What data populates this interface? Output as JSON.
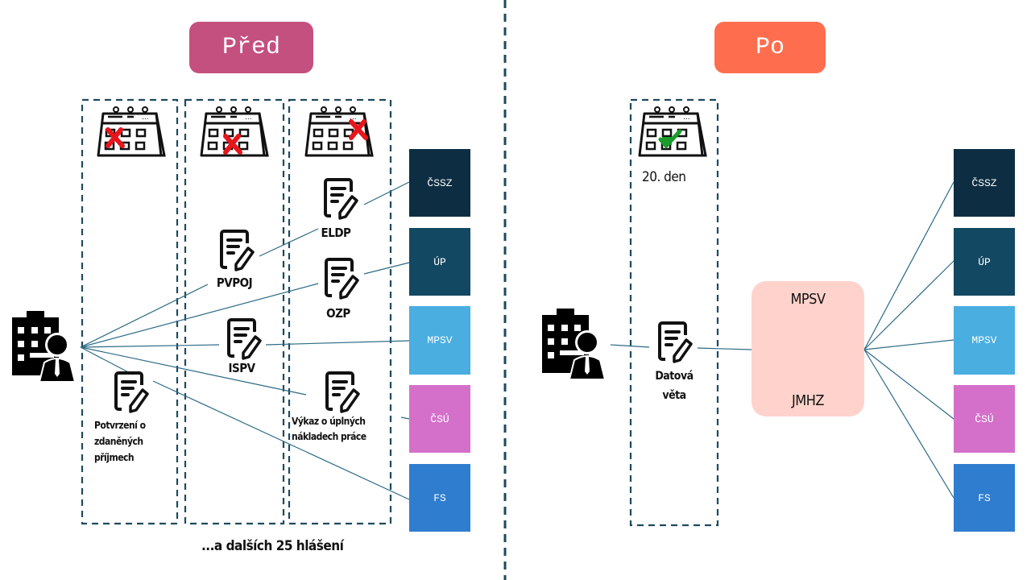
{
  "before": {
    "title": "Před",
    "agencies": [
      {
        "label": "ČSSZ",
        "color": "#0d2d42"
      },
      {
        "label": "ÚP",
        "color": "#134862"
      },
      {
        "label": "MPSV",
        "color": "#4aaee0"
      },
      {
        "label": "ČSÚ",
        "color": "#d470c9"
      },
      {
        "label": "FS",
        "color": "#2f7dcf"
      }
    ],
    "reports": [
      {
        "id": "eldp",
        "label": "ELDP"
      },
      {
        "id": "pvpoj",
        "label": "PVPOJ"
      },
      {
        "id": "ozp",
        "label": "OZP"
      },
      {
        "id": "ispv",
        "label": "ISPV"
      },
      {
        "id": "potvrzeni",
        "label": "Potvrzení o zdaněných příjmech"
      },
      {
        "id": "vykaz",
        "label": "Výkaz o úplných nákladech práce"
      }
    ],
    "calendars": [
      {
        "status": "missed",
        "mark": "red-x"
      },
      {
        "status": "missed",
        "mark": "red-x"
      },
      {
        "status": "missed",
        "mark": "red-x"
      }
    ],
    "footer": "...a dalších  25 hlášení"
  },
  "after": {
    "title": "Po",
    "calendar": {
      "status": "ok",
      "mark": "green-check",
      "label": "20. den"
    },
    "report": {
      "label": "Datová věta"
    },
    "hub": {
      "top_label": "MPSV",
      "bottom_label": "JMHZ"
    },
    "agencies": [
      {
        "label": "ČSSZ",
        "color": "#0d2d42"
      },
      {
        "label": "ÚP",
        "color": "#134862"
      },
      {
        "label": "MPSV",
        "color": "#4aaee0"
      },
      {
        "label": "ČSÚ",
        "color": "#d470c9"
      },
      {
        "label": "FS",
        "color": "#2f7dcf"
      }
    ]
  },
  "colors": {
    "divider": "#1d4a5e",
    "connector": "#2c6a85",
    "icon": "#111111"
  }
}
